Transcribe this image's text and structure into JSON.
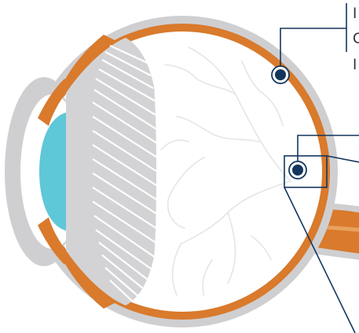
{
  "diagram": {
    "colors": {
      "sclera": "#cfcfd1",
      "choroid": "#d97a2c",
      "iris": "#d07a30",
      "cornea_lens": "#5ec7d8",
      "ciliary": "#d3d3d5",
      "vessels": "#e5e5e7",
      "marker": "#14365d",
      "leader": "#14365d",
      "background": "#ffffff"
    },
    "clipped_labels": [
      "I",
      "C",
      "I"
    ]
  }
}
